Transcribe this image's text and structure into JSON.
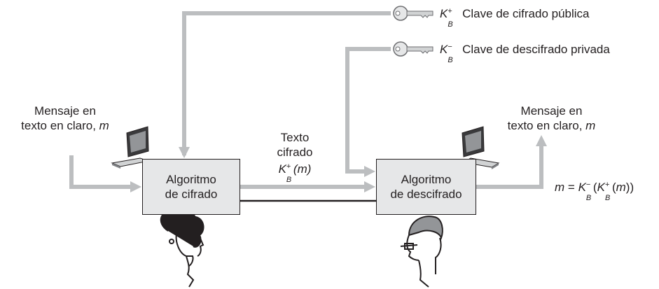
{
  "public_key": {
    "symbol": "K",
    "subscript": "B",
    "superscript": "+",
    "description": "Clave de cifrado pública"
  },
  "private_key": {
    "symbol": "K",
    "subscript": "B",
    "superscript": "−",
    "description": "Clave de descifrado privada"
  },
  "sender": {
    "message_line1": "Mensaje en",
    "message_line2_prefix": "texto en claro,",
    "message_var": "m",
    "box_line1": "Algoritmo",
    "box_line2": "de cifrado"
  },
  "channel": {
    "line1": "Texto",
    "line2": "cifrado",
    "formula": {
      "symbol": "K",
      "subscript": "B",
      "superscript": "+",
      "argument": "(m)"
    }
  },
  "receiver": {
    "message_line1": "Mensaje en",
    "message_line2_prefix": "texto en claro,",
    "message_var": "m",
    "box_line1": "Algoritmo",
    "box_line2": "de descifrado",
    "result": {
      "lhs": "m",
      "equals": "=",
      "outer_symbol": "K",
      "outer_subscript": "B",
      "outer_superscript": "−",
      "inner_symbol": "K",
      "inner_subscript": "B",
      "inner_superscript": "+",
      "argument": "m"
    }
  },
  "colors": {
    "arrow": "#bcbec0",
    "box_fill": "#e6e7e8",
    "text": "#231f20"
  }
}
